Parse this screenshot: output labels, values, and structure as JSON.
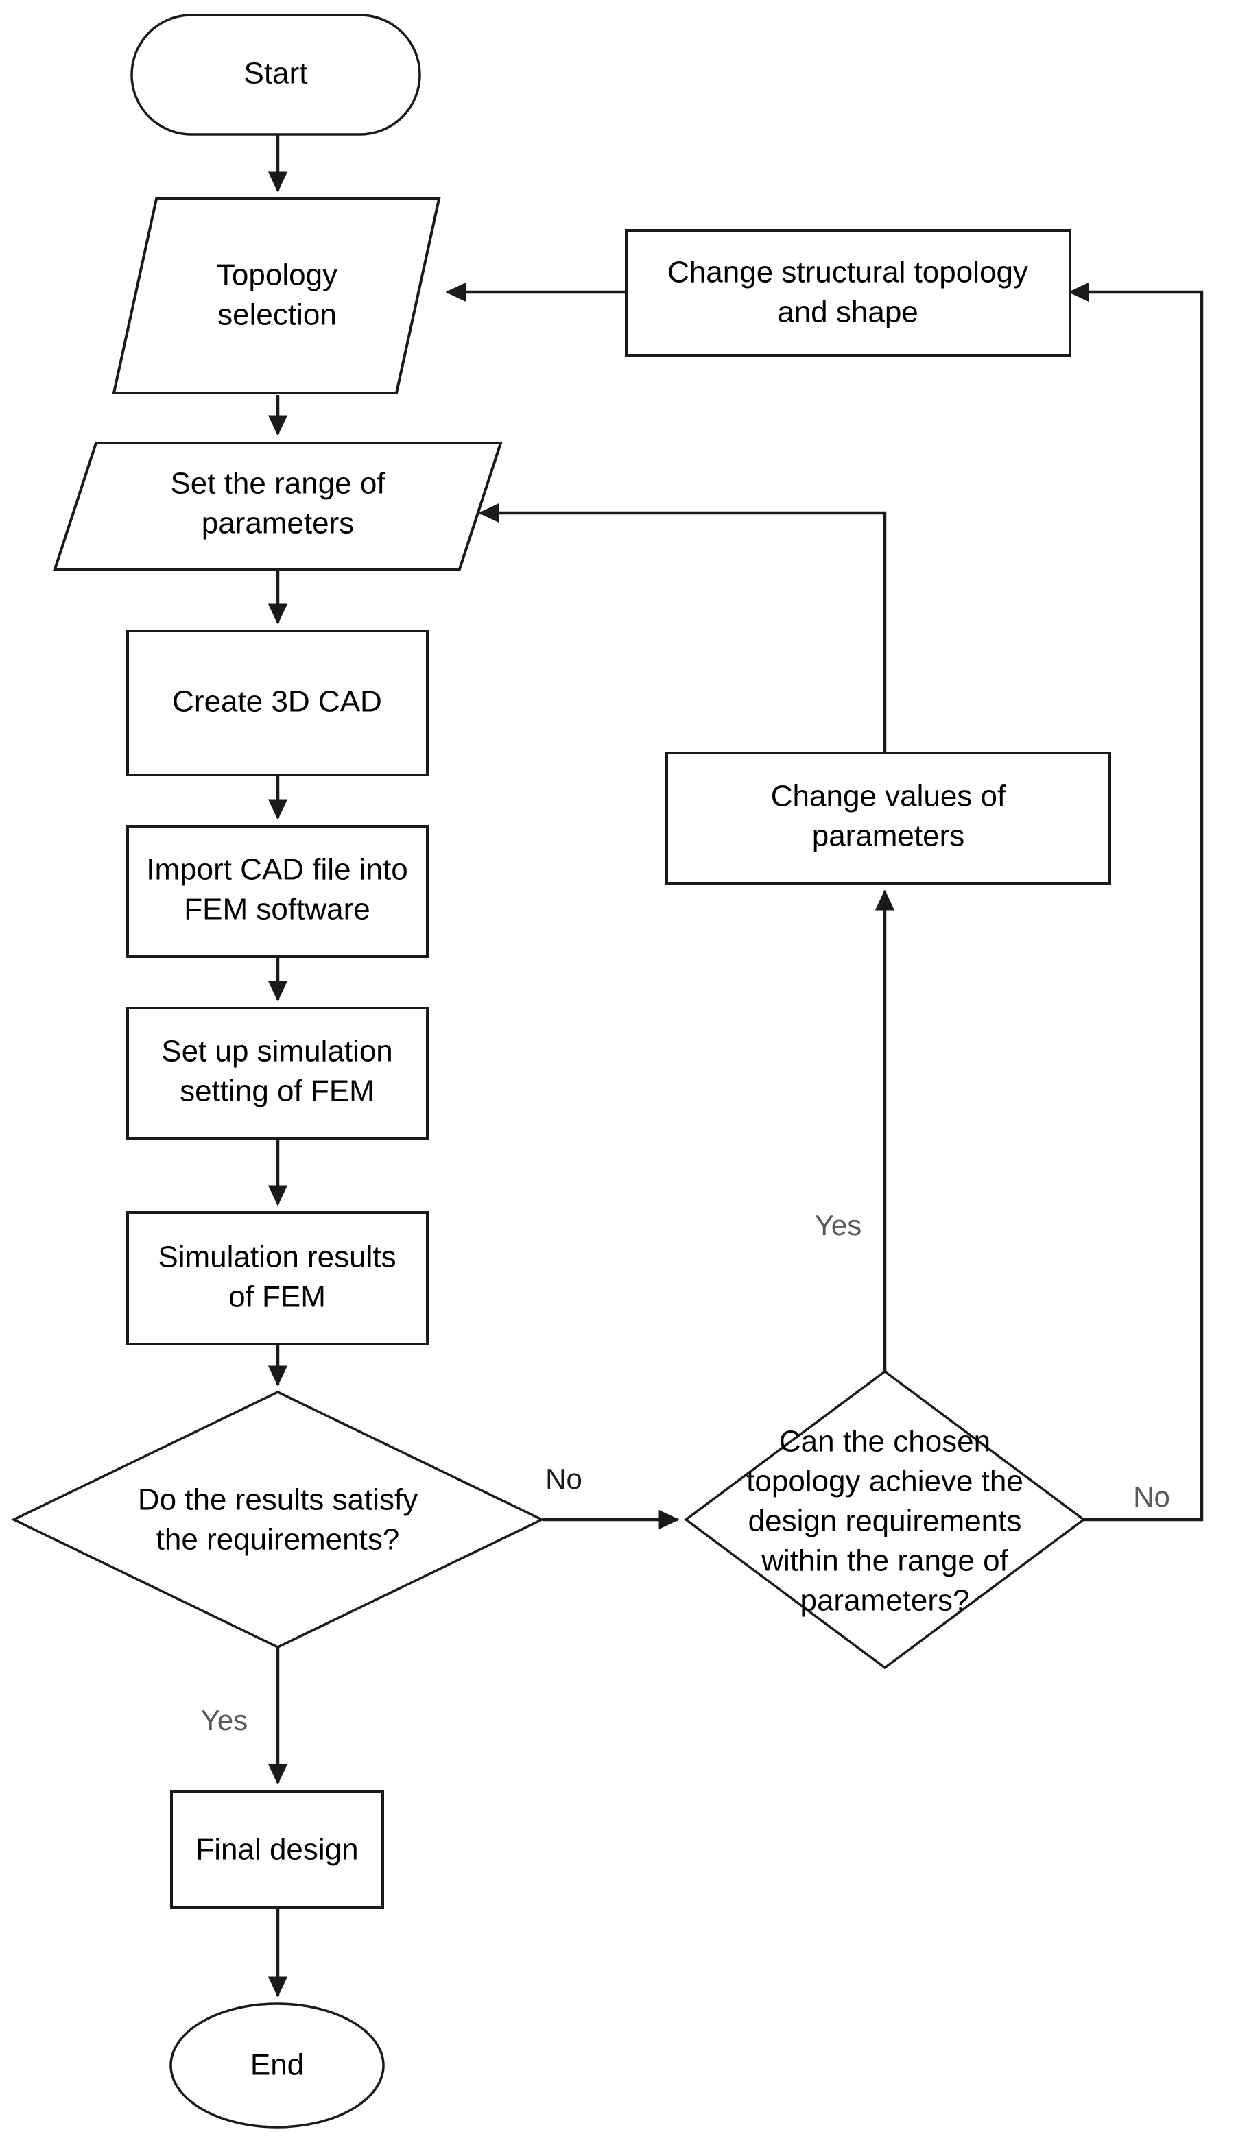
{
  "diagram": {
    "type": "flowchart",
    "title": "Parametric structural design and FEM simulation workflow",
    "orientation": "top-to-bottom",
    "background_color": "#ffffff",
    "line_color": "#1a1a1a",
    "text_color": "#000000",
    "edge_label_color": "#595959"
  },
  "nodes": {
    "start": {
      "label": "Start",
      "shape": "terminator-rounded-rect"
    },
    "topology_selection": {
      "label_line1": "Topology",
      "label_line2": "selection",
      "shape": "parallelogram-data"
    },
    "change_topology": {
      "label_line1": "Change structural topology",
      "label_line2": "and shape",
      "shape": "process-rect"
    },
    "set_range": {
      "label_line1": "Set the range of",
      "label_line2": "parameters",
      "shape": "parallelogram-data"
    },
    "create_cad": {
      "label_line1": "Create 3D CAD",
      "shape": "process-rect"
    },
    "import_cad": {
      "label_line1": "Import CAD file into",
      "label_line2": "FEM software",
      "shape": "process-rect"
    },
    "setup_sim": {
      "label_line1": "Set up simulation",
      "label_line2": "setting of FEM",
      "shape": "process-rect"
    },
    "change_values": {
      "label_line1": "Change values of",
      "label_line2": "parameters",
      "shape": "process-rect"
    },
    "sim_results": {
      "label_line1": "Simulation results",
      "label_line2": "of FEM",
      "shape": "process-rect"
    },
    "decision_results": {
      "label_line1": "Do the results satisfy",
      "label_line2": "the requirements?",
      "shape": "decision-diamond"
    },
    "decision_topology": {
      "label_line1": "Can the chosen",
      "label_line2": "topology achieve the",
      "label_line3": "design requirements",
      "label_line4": "within the range of",
      "label_line5": "parameters?",
      "shape": "decision-diamond"
    },
    "final_design": {
      "label_line1": "Final design",
      "shape": "process-rect"
    },
    "end": {
      "label": "End",
      "shape": "terminator-ellipse"
    }
  },
  "edge_labels": {
    "decision_results_no": "No",
    "decision_results_yes": "Yes",
    "decision_topology_yes": "Yes",
    "decision_topology_no": "No"
  },
  "edges": [
    {
      "from": "start",
      "to": "topology_selection",
      "label": ""
    },
    {
      "from": "topology_selection",
      "to": "set_range",
      "label": ""
    },
    {
      "from": "set_range",
      "to": "create_cad",
      "label": ""
    },
    {
      "from": "create_cad",
      "to": "import_cad",
      "label": ""
    },
    {
      "from": "import_cad",
      "to": "setup_sim",
      "label": ""
    },
    {
      "from": "setup_sim",
      "to": "sim_results",
      "label": ""
    },
    {
      "from": "sim_results",
      "to": "decision_results",
      "label": ""
    },
    {
      "from": "decision_results",
      "to": "decision_topology",
      "label": "No"
    },
    {
      "from": "decision_results",
      "to": "final_design",
      "label": "Yes"
    },
    {
      "from": "decision_topology",
      "to": "change_values",
      "label": "Yes"
    },
    {
      "from": "change_values",
      "to": "set_range",
      "label": ""
    },
    {
      "from": "decision_topology",
      "to": "change_topology",
      "label": "No"
    },
    {
      "from": "change_topology",
      "to": "topology_selection",
      "label": ""
    },
    {
      "from": "final_design",
      "to": "end",
      "label": ""
    }
  ]
}
